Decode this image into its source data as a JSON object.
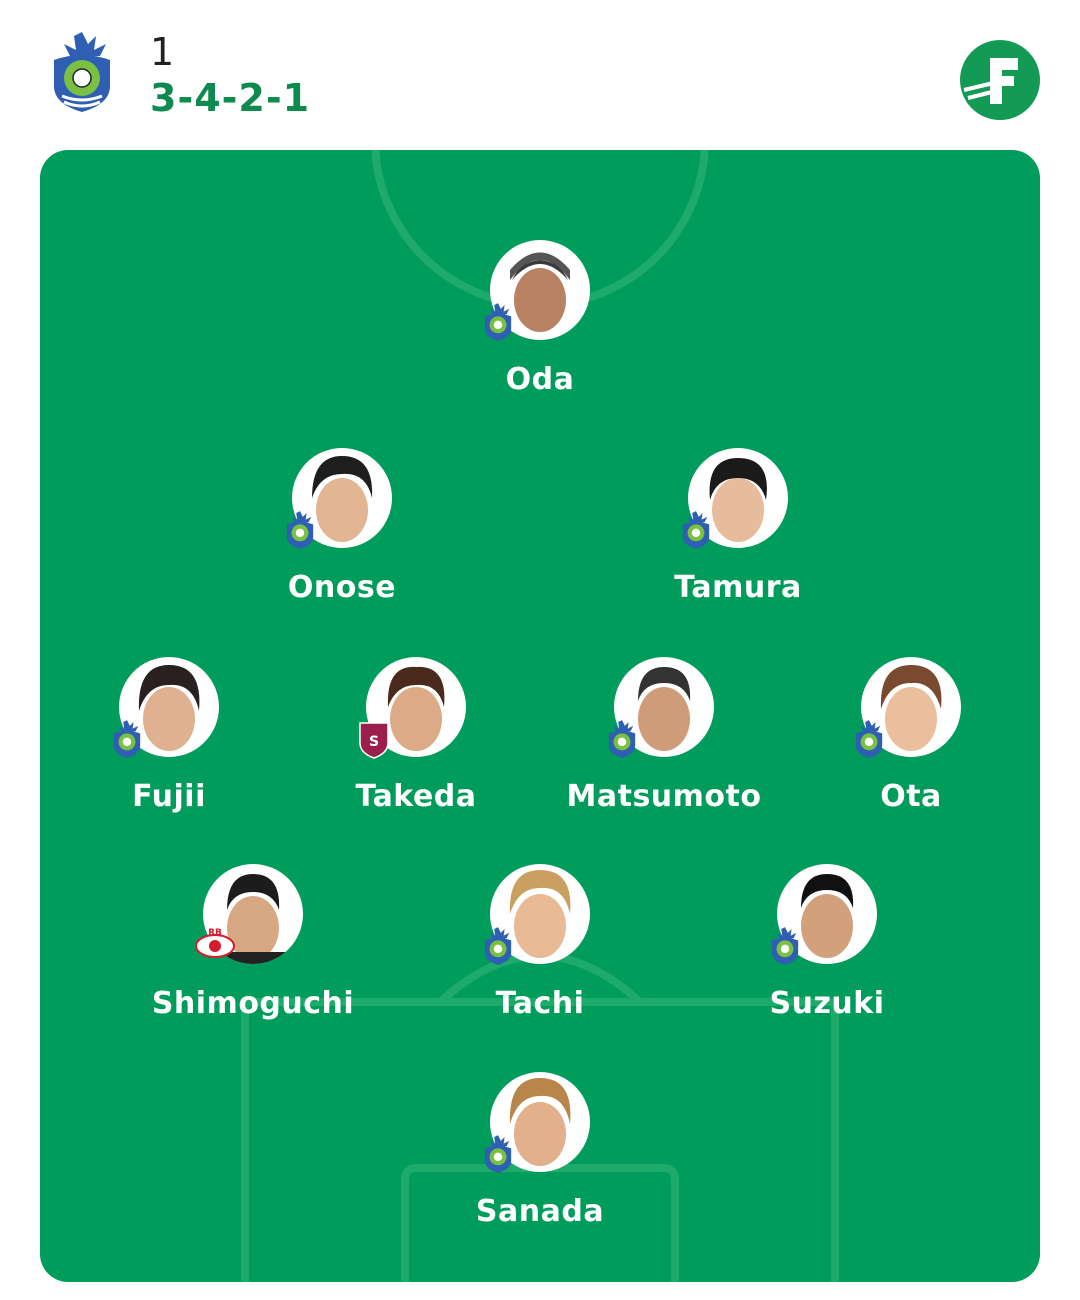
{
  "header": {
    "number": "1",
    "formation": "3-4-2-1",
    "team_crest_icon": "shonan-bellmare-crest-icon",
    "brand_icon": "fotmob-logo-icon"
  },
  "colors": {
    "pitch": "#009c5b",
    "formation_text": "#0f8a4e",
    "brand": "#139a55"
  },
  "players": [
    {
      "name": "Oda",
      "club_icon": "shonan-bellmare-crest-icon"
    },
    {
      "name": "Onose",
      "club_icon": "shonan-bellmare-crest-icon"
    },
    {
      "name": "Tamura",
      "club_icon": "shonan-bellmare-crest-icon"
    },
    {
      "name": "Fujii",
      "club_icon": "shonan-bellmare-crest-icon"
    },
    {
      "name": "Takeda",
      "club_icon": "kyoto-sanga-crest-icon"
    },
    {
      "name": "Matsumoto",
      "club_icon": "shonan-bellmare-crest-icon"
    },
    {
      "name": "Ota",
      "club_icon": "shonan-bellmare-crest-icon"
    },
    {
      "name": "Shimoguchi",
      "club_icon": "rb-leipzig-crest-icon"
    },
    {
      "name": "Tachi",
      "club_icon": "shonan-bellmare-crest-icon"
    },
    {
      "name": "Suzuki",
      "club_icon": "shonan-bellmare-crest-icon"
    },
    {
      "name": "Sanada",
      "club_icon": "shonan-bellmare-crest-icon"
    }
  ]
}
